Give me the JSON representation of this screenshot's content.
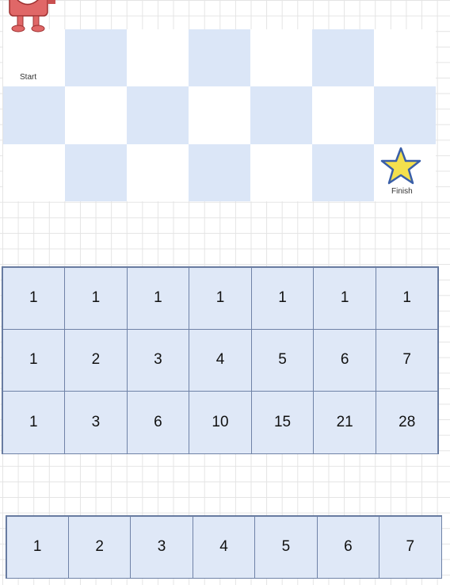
{
  "board": {
    "rows": 3,
    "cols": 7,
    "start_label": "Start",
    "finish_label": "Finish",
    "start_icon": "robot-icon",
    "finish_icon": "star-icon",
    "colors": {
      "blue_cell": "#dbe6f7",
      "light_cell": "#ffffff",
      "star_fill": "#f4e04d",
      "star_stroke": "#3a5fa8",
      "robot": "#e06767"
    }
  },
  "dp_table": [
    [
      "1",
      "1",
      "1",
      "1",
      "1",
      "1",
      "1"
    ],
    [
      "1",
      "2",
      "3",
      "4",
      "5",
      "6",
      "7"
    ],
    [
      "1",
      "3",
      "6",
      "10",
      "15",
      "21",
      "28"
    ]
  ],
  "one_d_row": [
    "1",
    "2",
    "3",
    "4",
    "5",
    "6",
    "7"
  ]
}
